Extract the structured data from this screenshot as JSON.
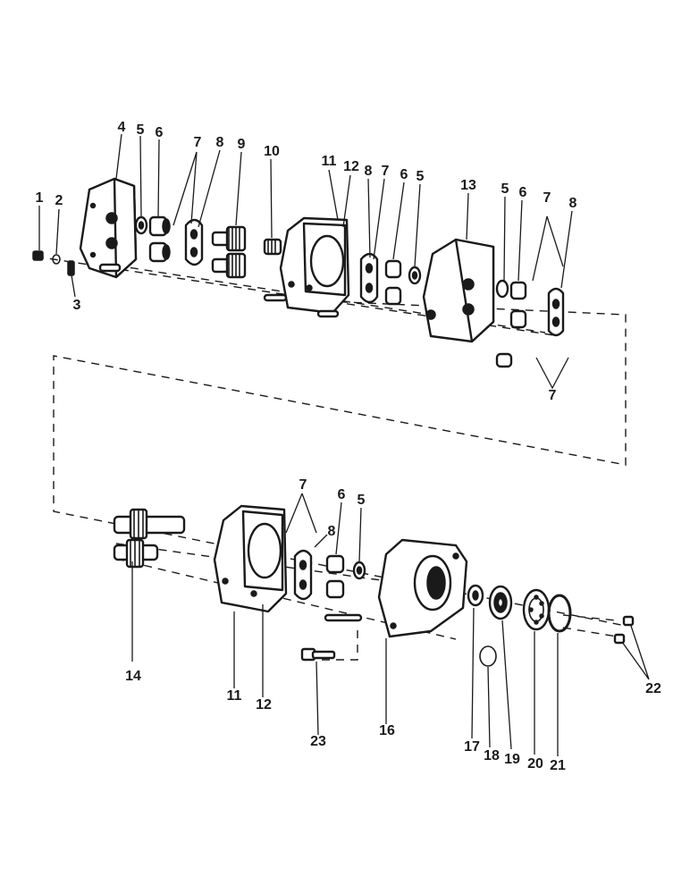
{
  "callouts": {
    "c1": "1",
    "c2": "2",
    "c3": "3",
    "c4": "4",
    "c5a": "5",
    "c6a": "6",
    "c7a": "7",
    "c8a": "8",
    "c9": "9",
    "c10": "10",
    "c11a": "11",
    "c12a": "12",
    "c8b": "8",
    "c7b": "7",
    "c6b": "6",
    "c5b": "5",
    "c13": "13",
    "c5c": "5",
    "c6c": "6",
    "c7c": "7",
    "c8c": "8",
    "c7d": "7",
    "c7e": "7",
    "c6d": "6",
    "c5d": "5",
    "c8d": "8",
    "c14": "14",
    "c11b": "11",
    "c12b": "12",
    "c16": "16",
    "c23": "23",
    "c17": "17",
    "c18": "18",
    "c19": "19",
    "c20": "20",
    "c21": "21",
    "c22": "22"
  },
  "style": {
    "ink": "#1a1a1a",
    "paper": "#ffffff"
  }
}
